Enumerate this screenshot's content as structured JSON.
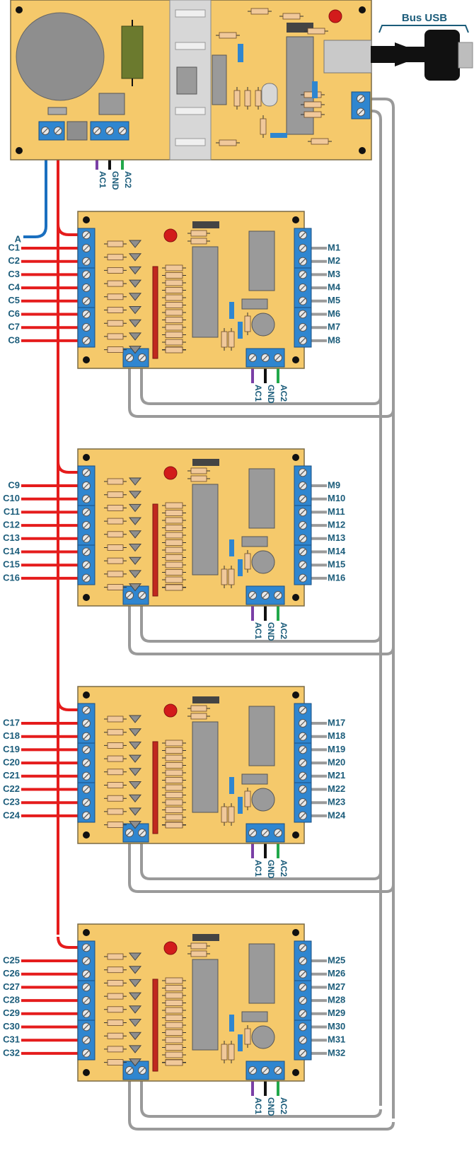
{
  "colors": {
    "board": "#f5c96b",
    "board_edge": "#7a6a45",
    "terminal": "#2f86d0",
    "red_wire": "#e51c1c",
    "blue_wire": "#1a6fbf",
    "grey_wire": "#9a9a9a",
    "purple_wire": "#7a3fa6",
    "black_wire": "#111111",
    "green_wire": "#21a84a",
    "label": "#1b5c7a",
    "resistor": "#f0c89a",
    "chip": "#9a9a9a",
    "led": "#d21b1b"
  },
  "power_board": {
    "bus_label": "Bus USB",
    "a_label": "A",
    "ac_labels": [
      "AC1",
      "GND",
      "AC2"
    ]
  },
  "modules": [
    {
      "inputs": [
        "C1",
        "C2",
        "C3",
        "C4",
        "C5",
        "C6",
        "C7",
        "C8"
      ],
      "outputs": [
        "M1",
        "M2",
        "M3",
        "M4",
        "M5",
        "M6",
        "M7",
        "M8"
      ],
      "ac_labels": [
        "AC1",
        "GND",
        "AC2"
      ]
    },
    {
      "inputs": [
        "C9",
        "C10",
        "C11",
        "C12",
        "C13",
        "C14",
        "C15",
        "C16"
      ],
      "outputs": [
        "M9",
        "M10",
        "M11",
        "M12",
        "M13",
        "M14",
        "M15",
        "M16"
      ],
      "ac_labels": [
        "AC1",
        "GND",
        "AC2"
      ]
    },
    {
      "inputs": [
        "C17",
        "C18",
        "C19",
        "C20",
        "C21",
        "C22",
        "C23",
        "C24"
      ],
      "outputs": [
        "M17",
        "M18",
        "M19",
        "M20",
        "M21",
        "M22",
        "M23",
        "M24"
      ],
      "ac_labels": [
        "AC1",
        "GND",
        "AC2"
      ]
    },
    {
      "inputs": [
        "C25",
        "C26",
        "C27",
        "C28",
        "C29",
        "C30",
        "C31",
        "C32"
      ],
      "outputs": [
        "M25",
        "M26",
        "M27",
        "M28",
        "M29",
        "M30",
        "M31",
        "M32"
      ],
      "ac_labels": [
        "AC1",
        "GND",
        "AC2"
      ]
    }
  ]
}
